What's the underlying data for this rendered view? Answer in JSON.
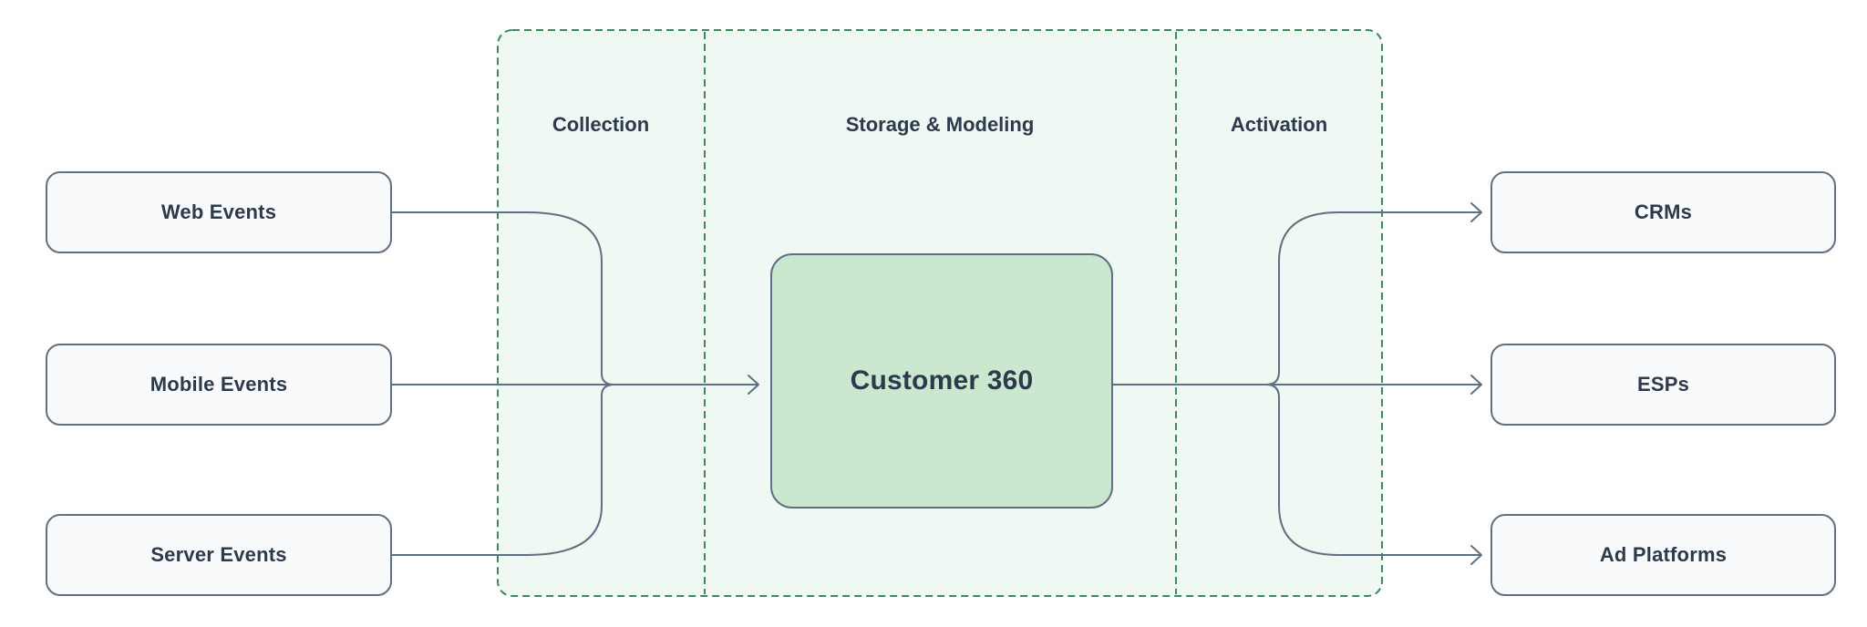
{
  "diagram": {
    "sources": [
      {
        "label": "Web Events"
      },
      {
        "label": "Mobile Events"
      },
      {
        "label": "Server Events"
      }
    ],
    "stages": [
      {
        "label": "Collection"
      },
      {
        "label": "Storage & Modeling"
      },
      {
        "label": "Activation"
      }
    ],
    "core_node": {
      "label": "Customer 360"
    },
    "destinations": [
      {
        "label": "CRMs"
      },
      {
        "label": "ESPs"
      },
      {
        "label": "Ad Platforms"
      }
    ],
    "connections": [
      {
        "from": "Web Events",
        "to": "Customer 360"
      },
      {
        "from": "Mobile Events",
        "to": "Customer 360"
      },
      {
        "from": "Server Events",
        "to": "Customer 360"
      },
      {
        "from": "Customer 360",
        "to": "CRMs"
      },
      {
        "from": "Customer 360",
        "to": "ESPs"
      },
      {
        "from": "Customer 360",
        "to": "Ad Platforms"
      }
    ],
    "colors": {
      "page_background": "#ffffff",
      "stage_container_fill": "#f0f8f3",
      "stage_container_border": "#41885f",
      "node_fill": "#f8fafc",
      "node_border": "#5f7082",
      "core_node_fill": "#cae8d0",
      "connector": "#5f7082",
      "text": "#2c3a4b"
    }
  }
}
